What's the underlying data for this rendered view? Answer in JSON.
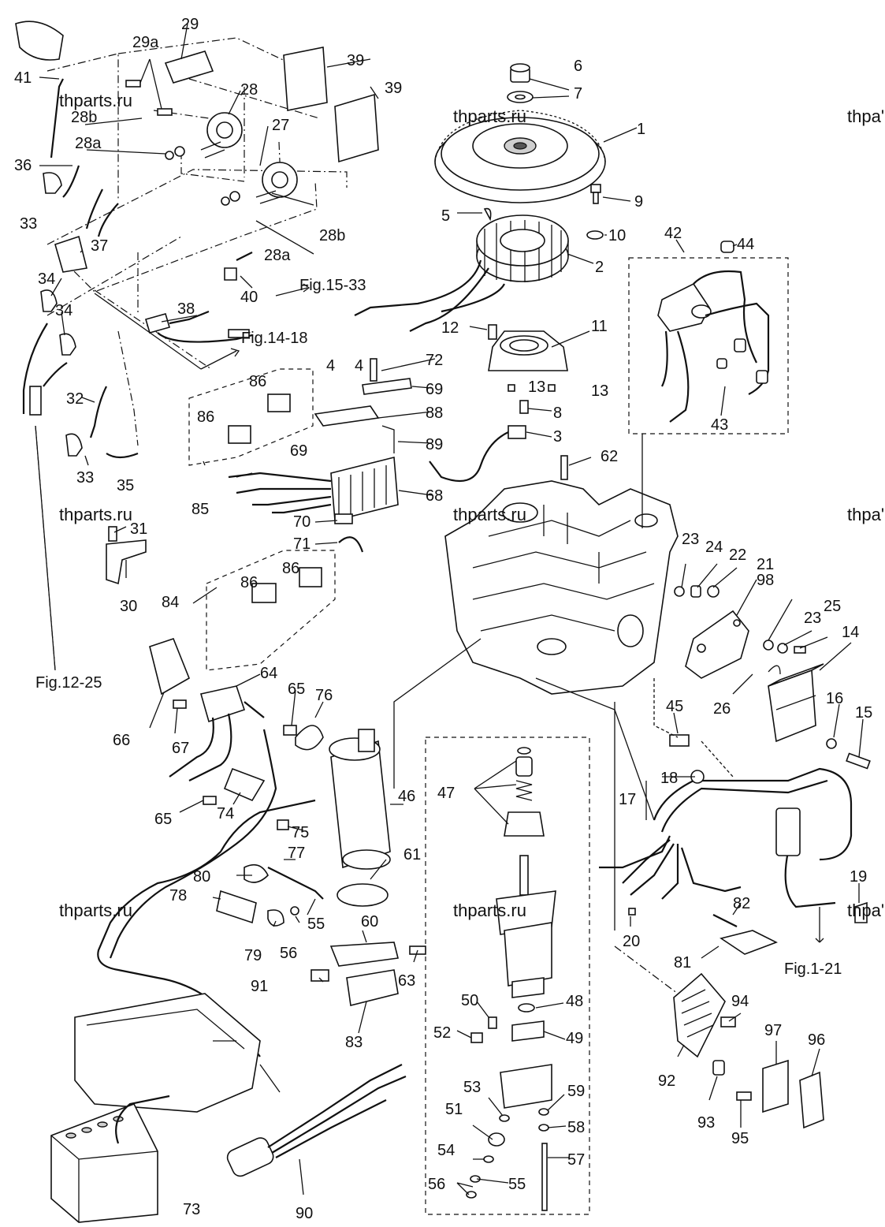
{
  "watermark": "thparts.ru",
  "watermark_partial": "thpa'",
  "callouts": [
    "1",
    "2",
    "3",
    "4",
    "4",
    "5",
    "6",
    "7",
    "8",
    "9",
    "10",
    "11",
    "12",
    "13",
    "13",
    "14",
    "15",
    "16",
    "17",
    "18",
    "19",
    "20",
    "21",
    "22",
    "23",
    "23",
    "24",
    "25",
    "26",
    "27",
    "28",
    "28a",
    "28a",
    "28b",
    "28b",
    "29",
    "29a",
    "30",
    "31",
    "32",
    "33",
    "33",
    "34",
    "34",
    "35",
    "36",
    "37",
    "38",
    "39",
    "39",
    "40",
    "41",
    "42",
    "43",
    "44",
    "45",
    "46",
    "47",
    "48",
    "49",
    "50",
    "51",
    "52",
    "53",
    "54",
    "55",
    "55",
    "56",
    "56",
    "57",
    "58",
    "59",
    "60",
    "61",
    "62",
    "63",
    "64",
    "65",
    "65",
    "66",
    "67",
    "68",
    "69",
    "69",
    "70",
    "71",
    "72",
    "73",
    "74",
    "75",
    "76",
    "77",
    "78",
    "79",
    "80",
    "81",
    "82",
    "83",
    "84",
    "85",
    "86",
    "86",
    "86",
    "86",
    "88",
    "89",
    "90",
    "91",
    "92",
    "93",
    "94",
    "95",
    "96",
    "97",
    "98"
  ],
  "references": {
    "fig_15_33": "Fig.15-33",
    "fig_14_18": "Fig.14-18",
    "fig_12_25": "Fig.12-25",
    "fig_1_21": "Fig.1-21"
  }
}
